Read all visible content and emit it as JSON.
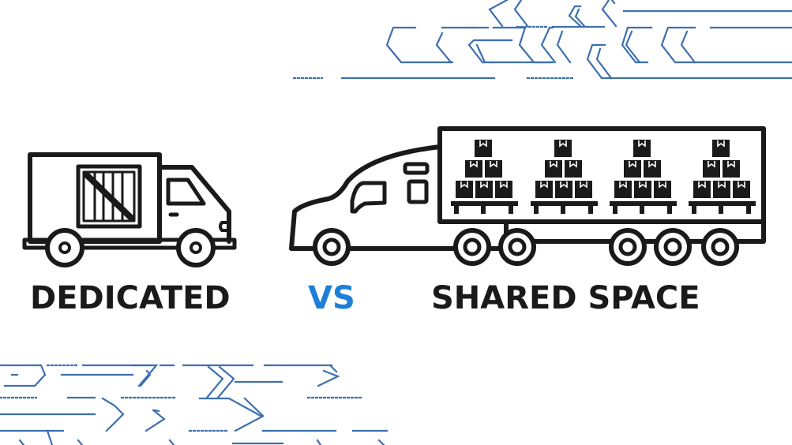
{
  "labels": {
    "left": "DEDICATED",
    "vs": "VS",
    "right": "SHARED SPACE"
  },
  "colors": {
    "ink": "#1a1a1a",
    "accent": "#1e7fd8",
    "decor_lines": "#3d6fb0",
    "background": "#ffffff"
  },
  "illustrations": {
    "left": "box-truck-with-crate",
    "right": "semi-truck-with-palletized-boxes",
    "right_pallet_count": 4,
    "boxes_per_pallet": 6
  }
}
